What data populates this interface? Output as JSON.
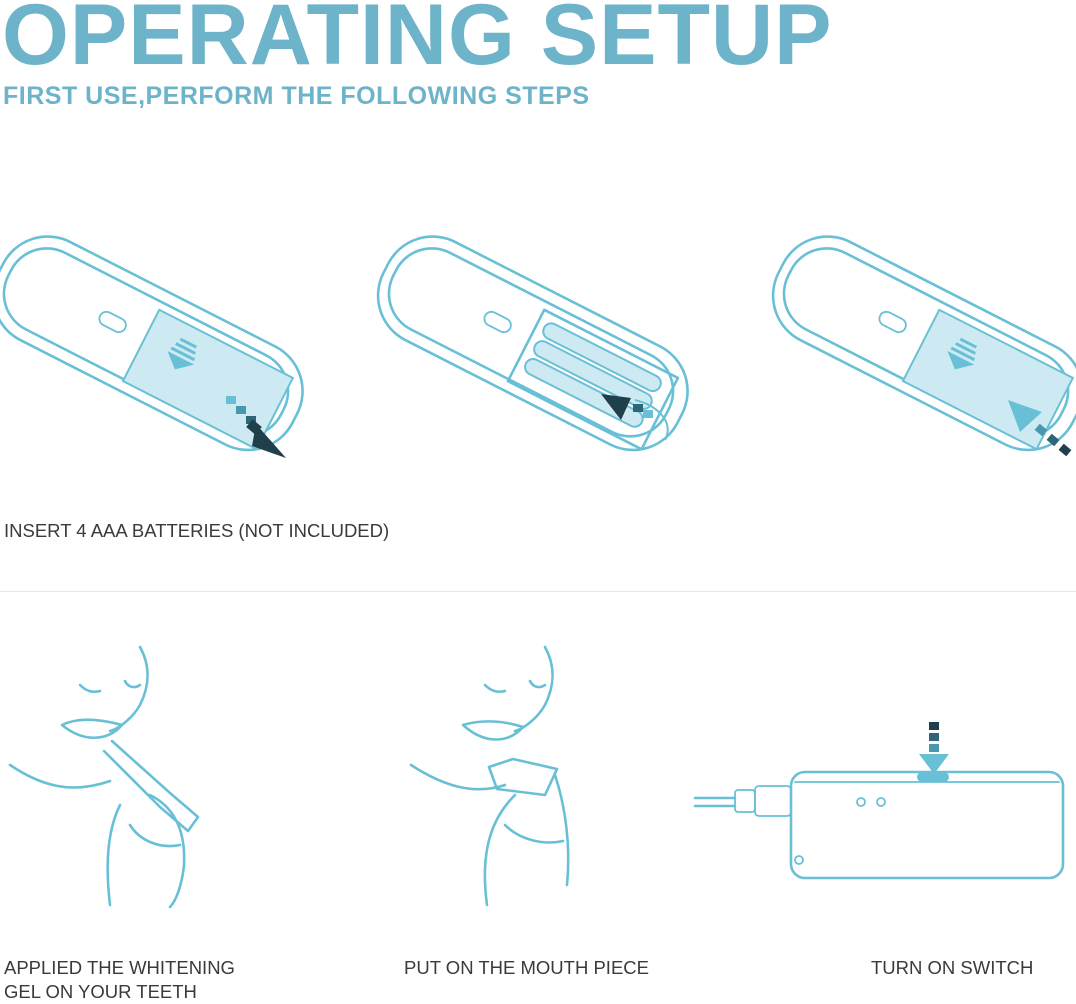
{
  "header": {
    "title": "OPERATING SETUP",
    "subtitle": "FIRST USE,PERFORM THE FOLLOWING STEPS"
  },
  "step_battery": {
    "caption": "INSERT 4 AAA BATTERIES (NOT INCLUDED)"
  },
  "steps_bottom": [
    {
      "line1": "APPLIED THE WHITENING",
      "line2": "GEL ON YOUR TEETH"
    },
    {
      "line1": "PUT ON THE MOUTH PIECE"
    },
    {
      "line1": "TURN ON SWITCH"
    }
  ],
  "colors": {
    "accent": "#6db3c9",
    "line": "#69c0d6",
    "panel": "#cdeaf3",
    "arrow_dark": "#1f3f4a",
    "text": "#3a3a3a"
  }
}
